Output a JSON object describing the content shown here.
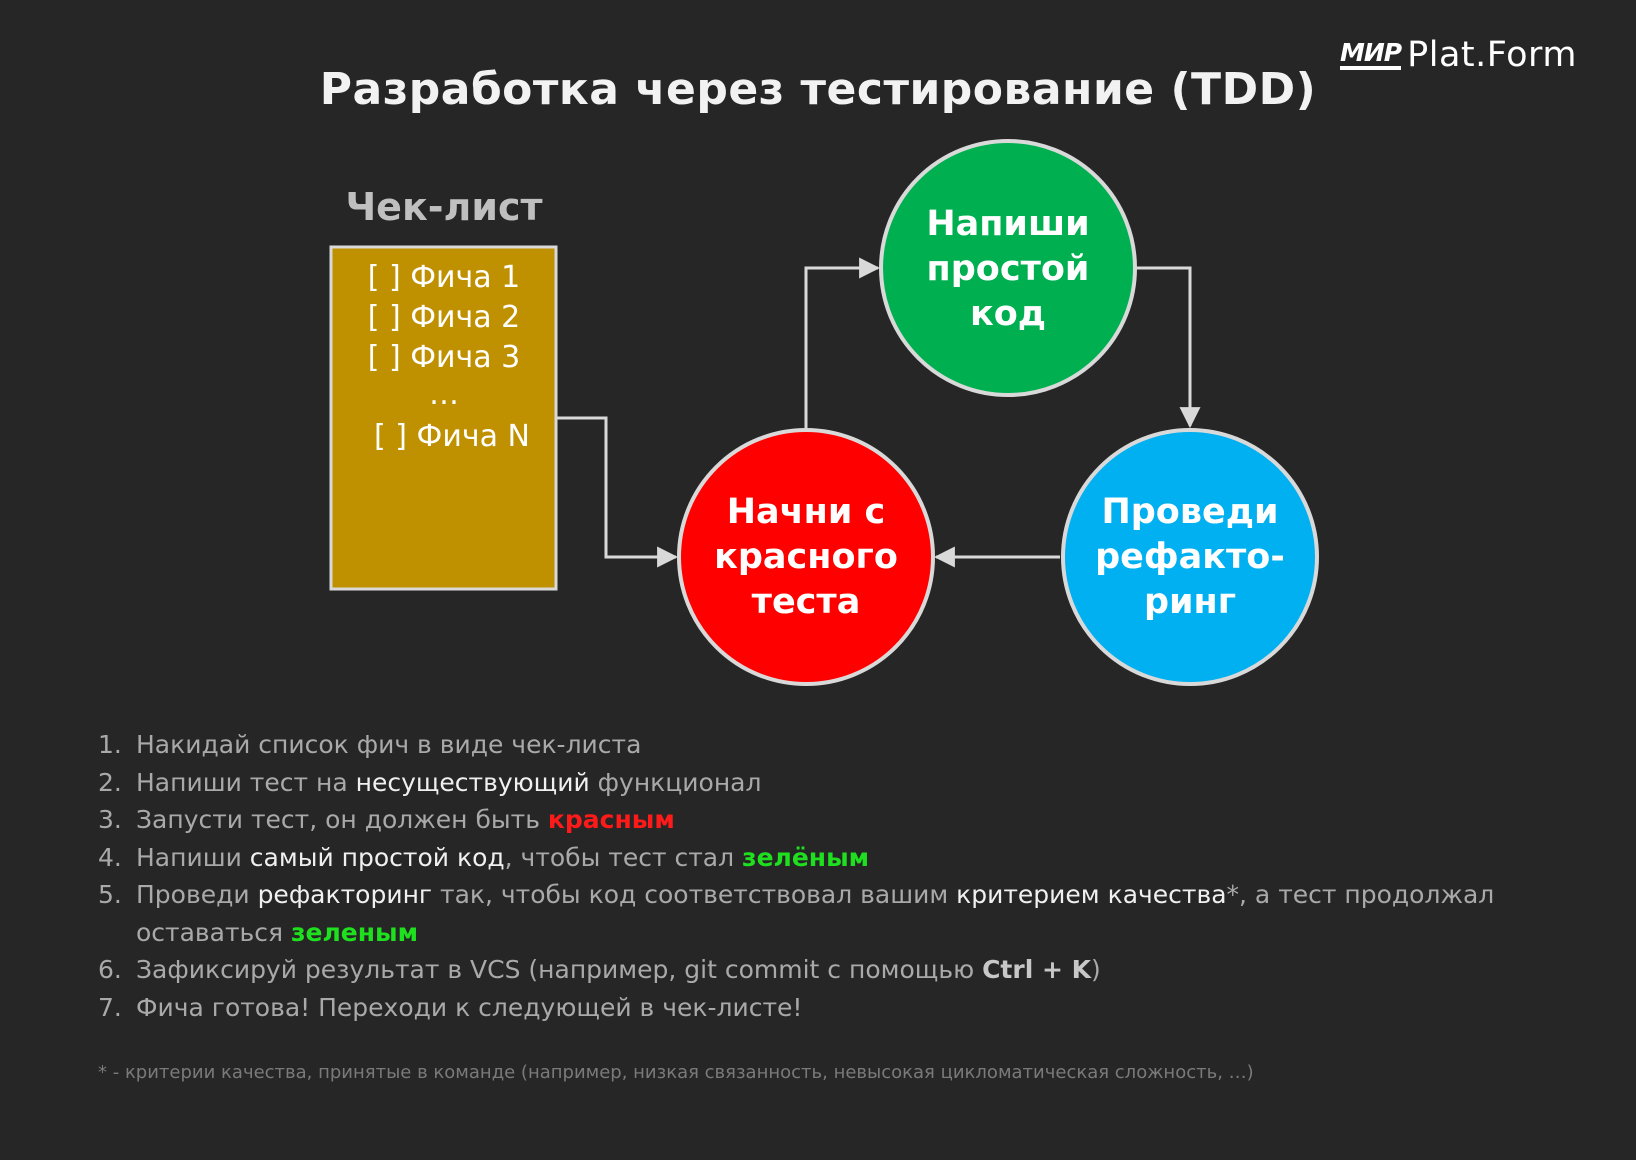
{
  "logo": {
    "mark": "МИР",
    "text": "Plat.Form"
  },
  "title": "Разработка через тестирование (TDD)",
  "checklist": {
    "heading": "Чек-лист",
    "items": [
      "[ ] Фича 1",
      "[ ] Фича 2",
      "[ ] Фича 3",
      "…",
      "[ ] Фича N"
    ]
  },
  "nodes": {
    "red": {
      "lines": [
        "Начни с",
        "красного",
        "теста"
      ],
      "color": "#ff0000"
    },
    "green": {
      "lines": [
        "Напиши",
        "простой",
        "код"
      ],
      "color": "#00b050"
    },
    "blue": {
      "lines": [
        "Проведи",
        "рефакто-",
        "ринг"
      ],
      "color": "#00b0f0"
    }
  },
  "colors": {
    "background": "#262626",
    "checklist_fill": "#bf9000",
    "arrow": "#d9d9d9"
  },
  "steps": [
    {
      "num": "1.",
      "parts": [
        {
          "text": "Накидай список фич в виде чек-листа",
          "style": ""
        }
      ]
    },
    {
      "num": "2.",
      "parts": [
        {
          "text": "Напиши тест на ",
          "style": ""
        },
        {
          "text": "несуществующий",
          "style": "hl"
        },
        {
          "text": " функционал",
          "style": ""
        }
      ]
    },
    {
      "num": "3.",
      "parts": [
        {
          "text": "Запусти тест, он должен быть ",
          "style": ""
        },
        {
          "text": "красным",
          "style": "red"
        }
      ]
    },
    {
      "num": "4.",
      "parts": [
        {
          "text": "Напиши ",
          "style": ""
        },
        {
          "text": "самый простой код",
          "style": "hl"
        },
        {
          "text": ", чтобы тест стал ",
          "style": ""
        },
        {
          "text": "зелёным",
          "style": "green"
        }
      ]
    },
    {
      "num": "5.",
      "parts": [
        {
          "text": "Проведи ",
          "style": ""
        },
        {
          "text": "рефакторинг",
          "style": "hl"
        },
        {
          "text": " так, чтобы код соответствовал вашим ",
          "style": ""
        },
        {
          "text": "критерием качества",
          "style": "hl"
        },
        {
          "text": "*, а тест продолжал оставаться ",
          "style": ""
        },
        {
          "text": "зеленым",
          "style": "green"
        }
      ]
    },
    {
      "num": "6.",
      "parts": [
        {
          "text": "Зафиксируй результат в VCS (например, git commit с помощью ",
          "style": ""
        },
        {
          "text": "Ctrl + K",
          "style": "bold"
        },
        {
          "text": ")",
          "style": ""
        }
      ]
    },
    {
      "num": "7.",
      "parts": [
        {
          "text": "Фича готова! Переходи к следующей в чек-листе!",
          "style": ""
        }
      ]
    }
  ],
  "footnote": "* - критерии качества, принятые в команде (например, низкая связанность, невысокая цикломатическая сложность, …)"
}
